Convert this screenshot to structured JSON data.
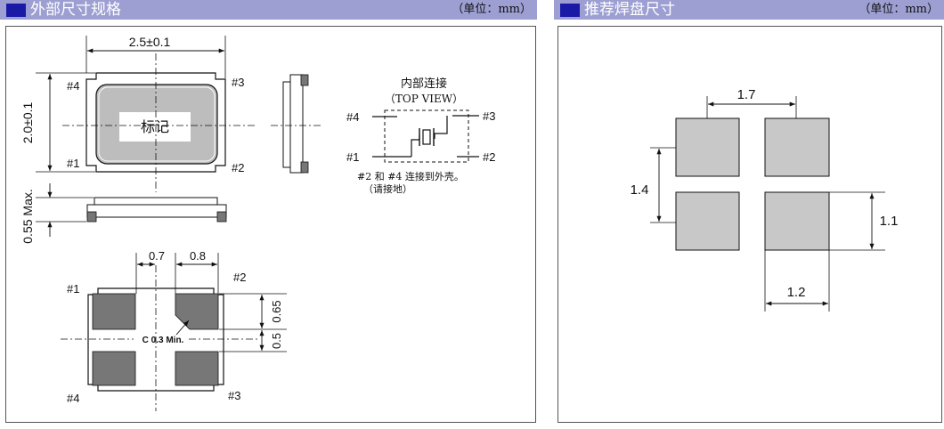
{
  "left_panel": {
    "title": "外部尺寸规格",
    "unit": "（单位：mm）",
    "top_view": {
      "width_dim": "2.5±0.1",
      "height_dim": "2.0±0.1",
      "marking": "标记",
      "pins": {
        "p1": "#1",
        "p2": "#2",
        "p3": "#3",
        "p4": "#4"
      }
    },
    "side_view": {
      "height_dim": "0.55 Max."
    },
    "bottom_view": {
      "dim_a": "0.7",
      "dim_b": "0.8",
      "dim_c": "0.65",
      "dim_d": "0.5",
      "chamfer": "C 0.3 Min.",
      "pins": {
        "p1": "#1",
        "p2": "#2",
        "p3": "#3",
        "p4": "#4"
      }
    },
    "internal": {
      "title": "内部连接",
      "subtitle": "（TOP VIEW）",
      "pins": {
        "p1": "#1",
        "p2": "#2",
        "p3": "#3",
        "p4": "#4"
      },
      "note1": "#2 和 #4 连接到外壳。",
      "note2": "（请接地）"
    }
  },
  "right_panel": {
    "title": "推荐焊盘尺寸",
    "unit": "（单位：mm）",
    "dims": {
      "pitch_x": "1.7",
      "pitch_y": "1.4",
      "pad_h": "1.1",
      "pad_w": "1.2"
    }
  },
  "colors": {
    "header_bg": "#9d9fd2",
    "header_square": "#1b1aa6",
    "pad_fill": "#c8c8c8",
    "body_fill": "#bfbfbf"
  }
}
